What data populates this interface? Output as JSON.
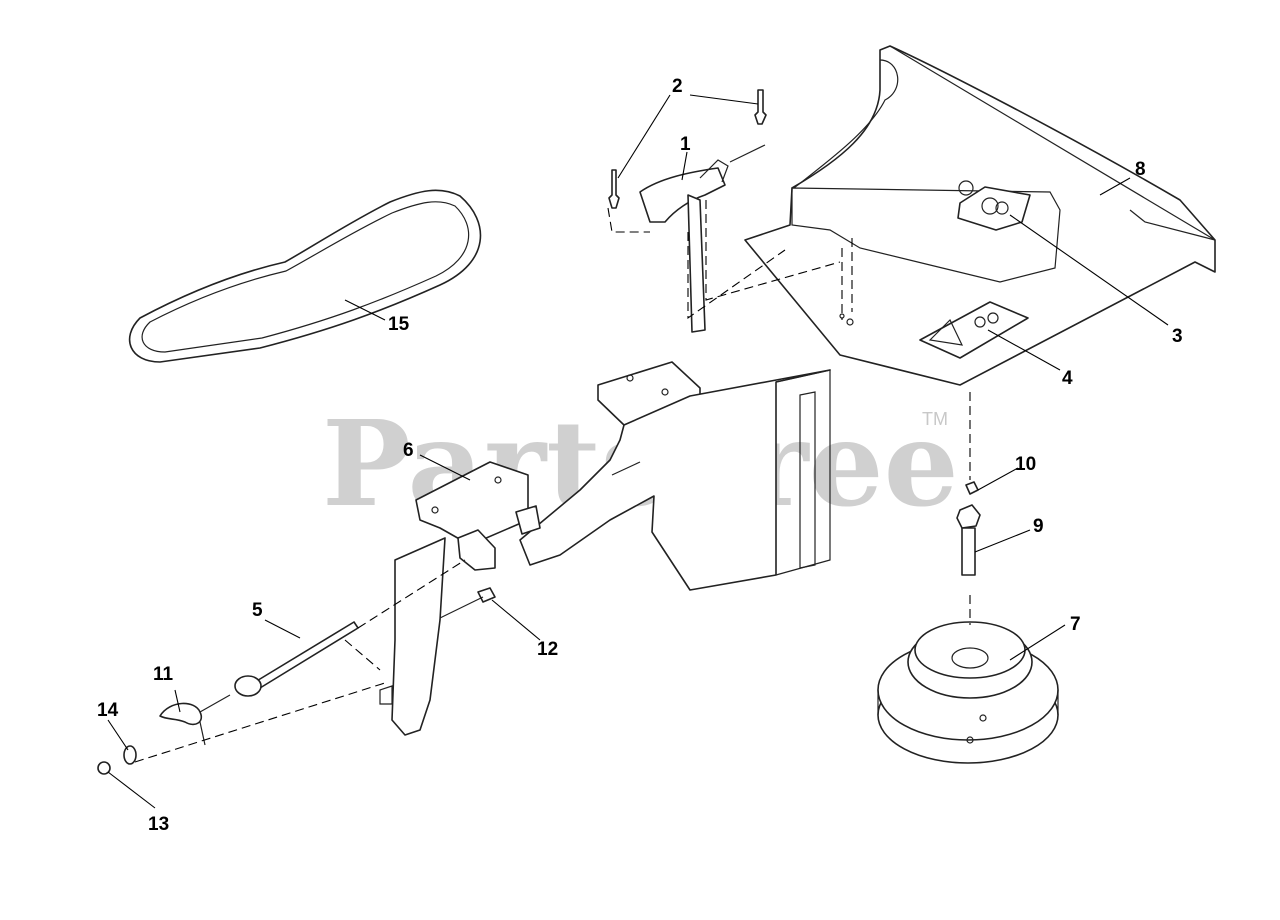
{
  "watermark": {
    "text": "PartsTree",
    "trademark": "TM"
  },
  "callouts": {
    "c1": "1",
    "c2": "2",
    "c3": "3",
    "c4": "4",
    "c5": "5",
    "c6": "6",
    "c7": "7",
    "c8": "8",
    "c9": "9",
    "c10": "10",
    "c11": "11",
    "c12": "12",
    "c13": "13",
    "c14": "14",
    "c15": "15"
  }
}
